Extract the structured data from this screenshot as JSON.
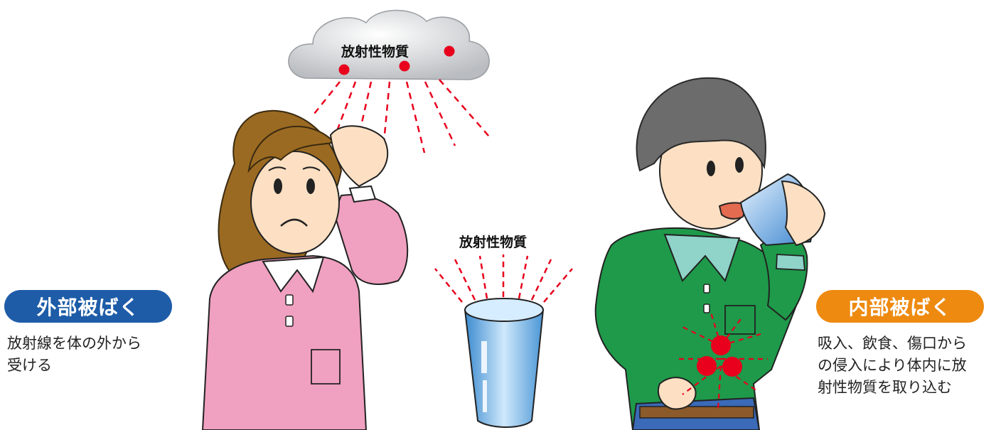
{
  "labels": {
    "cloud_substance": "放射性物質",
    "cup_substance": "放射性物質"
  },
  "external": {
    "title": "外部被ばく",
    "caption_line1": "放射線を体の外から",
    "caption_line2": "受ける"
  },
  "internal": {
    "title": "内部被ばく",
    "caption_line1": "吸入、飲食、傷口から",
    "caption_line2": "の侵入により体内に放",
    "caption_line3": "射性物質を取り込む"
  },
  "colors": {
    "external_accent": "#1e5ca8",
    "internal_accent": "#ee8a10",
    "particle": "#e8001c",
    "woman_shirt": "#f0a0c0",
    "man_shirt": "#1e9a4a"
  }
}
